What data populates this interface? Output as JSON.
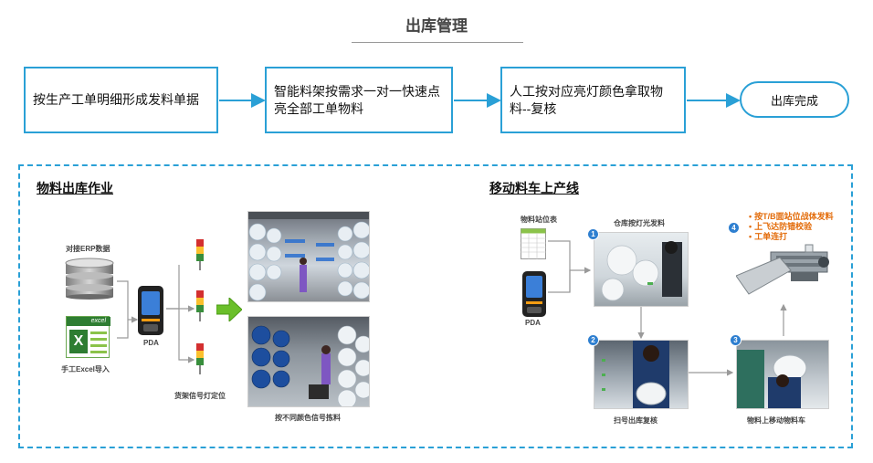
{
  "title": "出库管理",
  "flow": {
    "step1": "按生产工单明细形成发料单据",
    "step2": "智能料架按需求一对一快速点亮全部工单物料",
    "step3": "人工按对应亮灯颜色拿取物料--复核",
    "end": "出库完成"
  },
  "left": {
    "title": "物料出库作业",
    "erp_label": "对接ERP数据",
    "excel_word": "excel",
    "excel_label": "手工Excel导入",
    "pda_label": "PDA",
    "signal_label": "货架信号灯定位",
    "photo_label": "按不同颜色信号拣料"
  },
  "right": {
    "title": "移动料车上产线",
    "station_label": "物料站位表",
    "pda_label": "PDA",
    "step1_label": "仓库按灯光发料",
    "step2_label": "扫号出库复核",
    "step3_label": "物料上移动物料车",
    "badges": [
      "1",
      "2",
      "3",
      "4"
    ],
    "annotations": [
      "按T/B面站位战体发料",
      "上飞达防错校验",
      "工单连打"
    ]
  },
  "colors": {
    "accent": "#2aa0d6",
    "badge": "#2e7fd0",
    "annotation": "#e36c0a"
  }
}
